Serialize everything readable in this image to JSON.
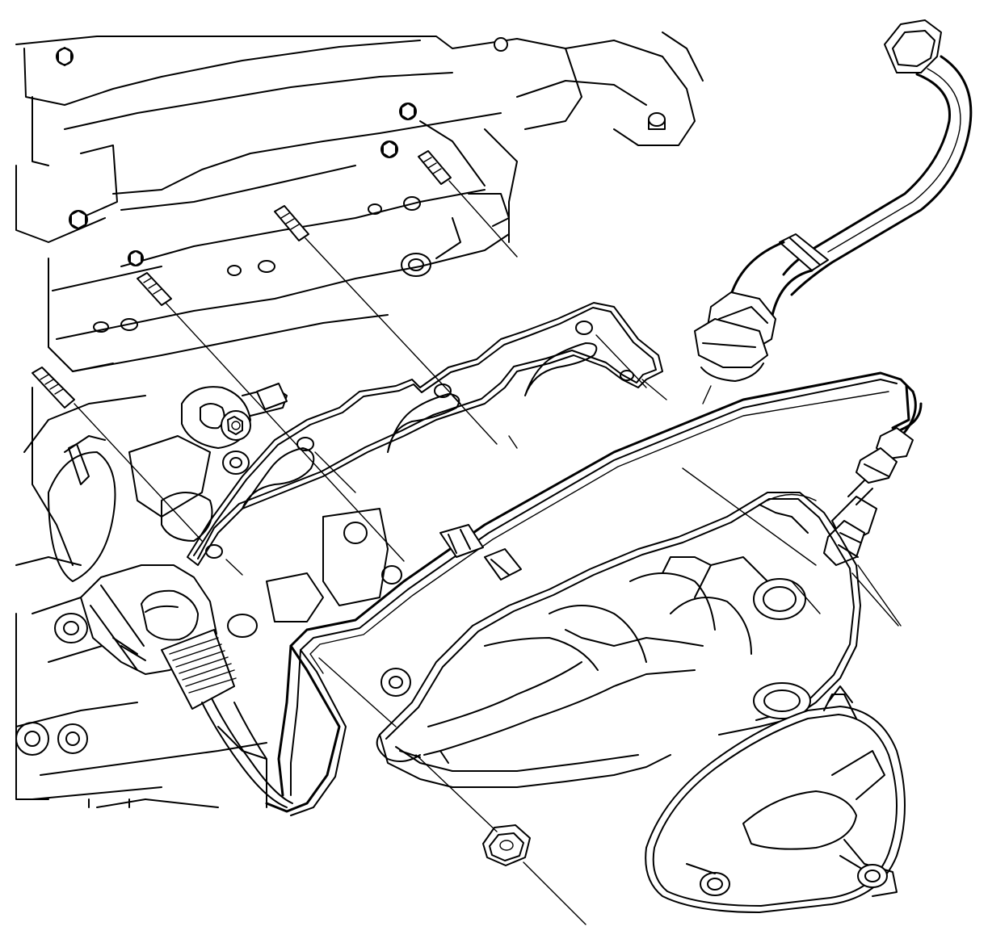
{
  "figure": {
    "background": "#ffffff",
    "stroke": "#000000",
    "parts": [
      {
        "name": "engine-block",
        "icon": "engine-block-icon"
      },
      {
        "name": "cylinder-head",
        "icon": "cylinder-head-icon"
      },
      {
        "name": "exhaust-manifold-gasket",
        "icon": "gasket-icon"
      },
      {
        "name": "exhaust-manifold",
        "icon": "exhaust-manifold-icon"
      },
      {
        "name": "heat-shield",
        "icon": "heat-shield-icon"
      },
      {
        "name": "egr-pipe",
        "icon": "pipe-icon"
      },
      {
        "name": "oxygen-sensor",
        "icon": "oxygen-sensor-icon"
      },
      {
        "name": "electrical-connector",
        "icon": "connector-icon"
      },
      {
        "name": "manifold-studs",
        "icon": "stud-icon"
      },
      {
        "name": "manifold-nut",
        "icon": "hex-nut-icon"
      }
    ]
  }
}
